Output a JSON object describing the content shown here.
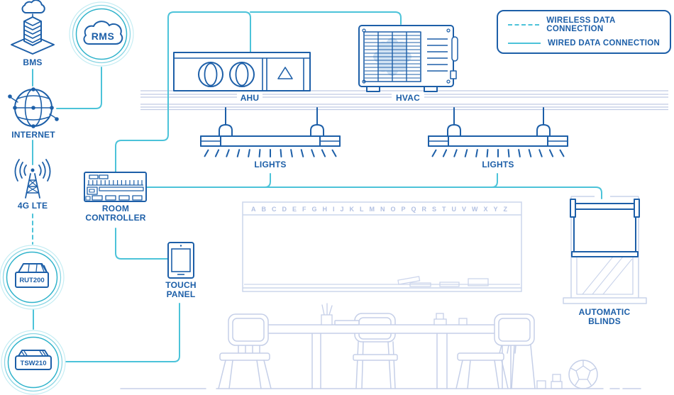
{
  "colors": {
    "accent_blue": "#1d5fa8",
    "wire_cyan": "#4cc3d9",
    "light_outline": "#c5cfe8",
    "board_letters": "#b2c0e2"
  },
  "legend": {
    "wireless_label": "WIRELESS DATA CONNECTION",
    "wired_label": "WIRED DATA CONNECTION"
  },
  "nodes": {
    "bms": {
      "label": "BMS"
    },
    "rms": {
      "label": "RMS"
    },
    "internet": {
      "label": "INTERNET"
    },
    "lte": {
      "label": "4G LTE"
    },
    "rut200": {
      "label": "RUT200"
    },
    "tsw210": {
      "label": "TSW210"
    },
    "room_controller": {
      "label": "ROOM CONTROLLER"
    },
    "touch_panel": {
      "label": "TOUCH PANEL"
    },
    "ahu": {
      "label": "AHU"
    },
    "hvac": {
      "label": "HVAC"
    },
    "lights_left": {
      "label": "LIGHTS"
    },
    "lights_right": {
      "label": "LIGHTS"
    },
    "blinds": {
      "label": "AUTOMATIC BLINDS"
    }
  },
  "whiteboard": {
    "alphabet": "ABCDEFGHIJKLMNOPQRSTUVWXYZ"
  }
}
